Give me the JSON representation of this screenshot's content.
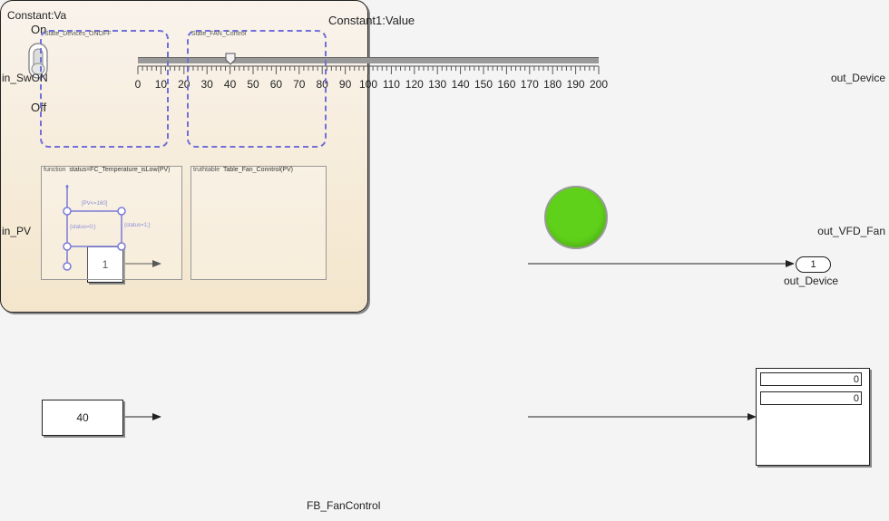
{
  "toggle": {
    "title": "Constant:Va",
    "on_label": "On",
    "off_label": "Off"
  },
  "slider": {
    "title": "Constant1:Value",
    "min": 0,
    "max": 200,
    "value": 40,
    "tick_labels": [
      "0",
      "10",
      "20",
      "30",
      "40",
      "50",
      "60",
      "70",
      "80",
      "90",
      "100",
      "110",
      "120",
      "130",
      "140",
      "150",
      "160",
      "170",
      "180",
      "190",
      "200"
    ]
  },
  "blocks": {
    "constant1_value": "1",
    "constant2_value": "40",
    "chart": {
      "name": "FB_FanControl",
      "in_ports": [
        "in_SwON",
        "in_PV"
      ],
      "out_ports": [
        "out_Device",
        "out_VFD_Fan"
      ],
      "states": [
        {
          "title": "State_Devices_ONOFF"
        },
        {
          "title": "State_FAN_Control"
        }
      ],
      "function_box": {
        "title_keyword": "function",
        "title": "status=FC_Temperature_isLow(PV)",
        "transition_label": "[PV<=160]",
        "action_left": "{status=0;}",
        "action_right": "{status=1;}"
      },
      "truthtable_box": {
        "title_keyword": "truthtable",
        "title": "Table_Fan_Conntrol(PV)"
      }
    },
    "outport": {
      "number": "1",
      "name": "out_Device"
    },
    "display": {
      "values": [
        "0",
        "0"
      ]
    },
    "lamp_color": "#5fd11a"
  }
}
